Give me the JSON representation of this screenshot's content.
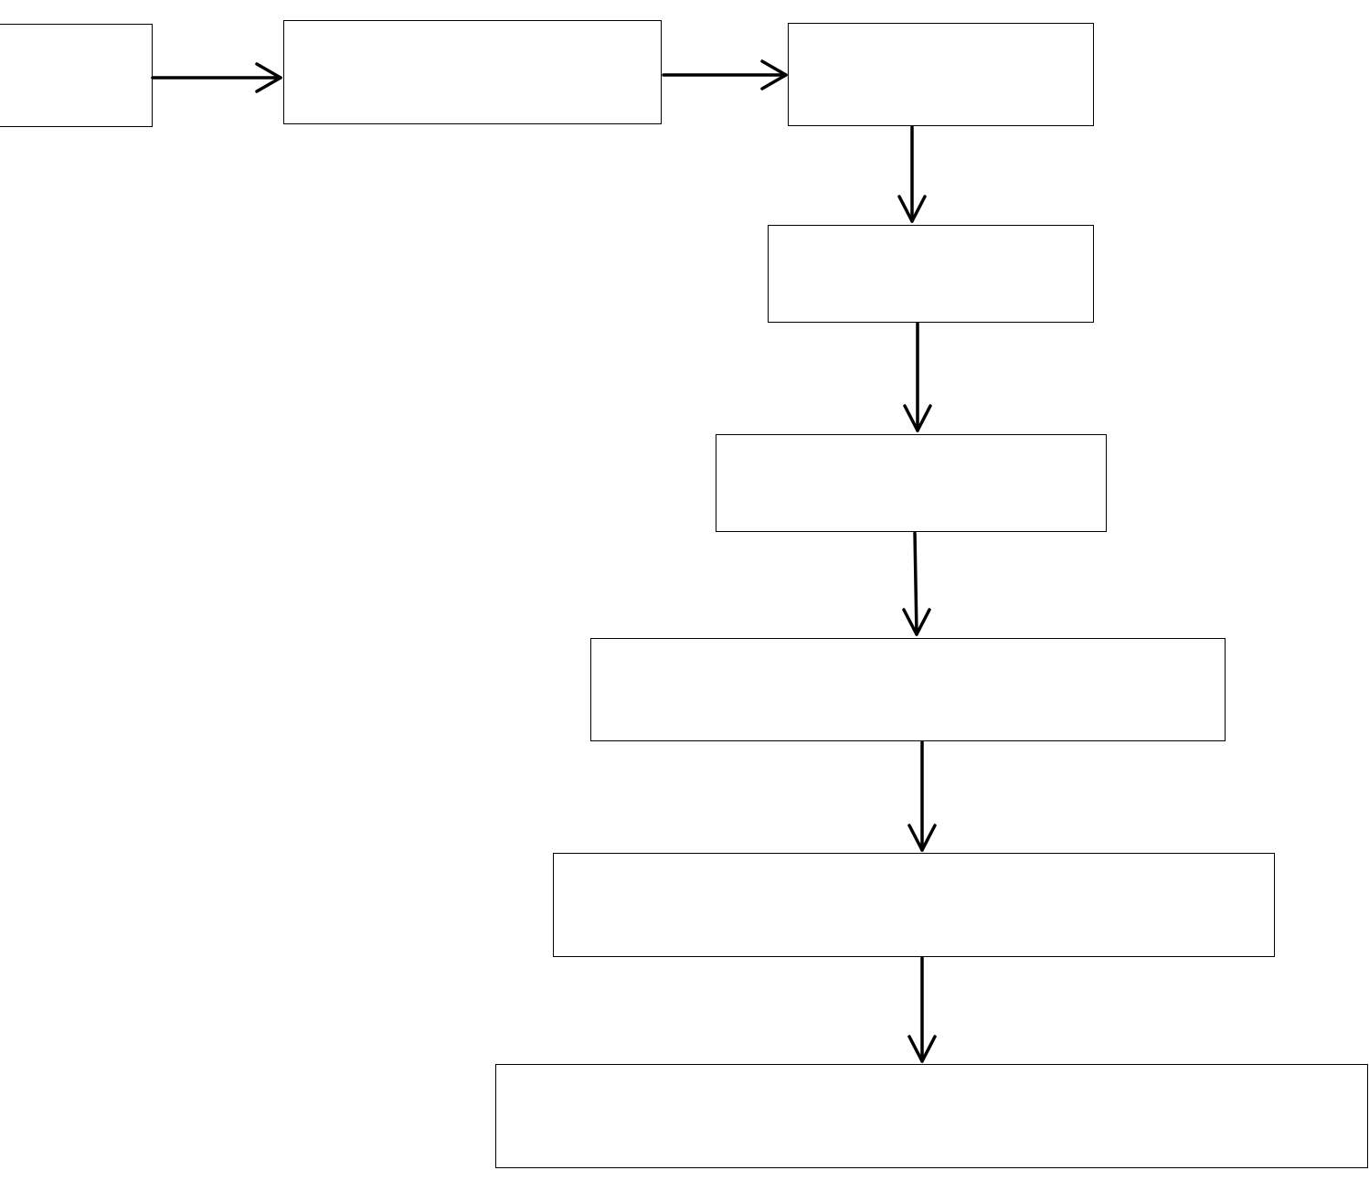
{
  "diagram": {
    "type": "flowchart",
    "nodes": [
      {
        "id": "n1",
        "label": ""
      },
      {
        "id": "n2",
        "label": ""
      },
      {
        "id": "n3",
        "label": ""
      },
      {
        "id": "n4",
        "label": ""
      },
      {
        "id": "n5",
        "label": ""
      },
      {
        "id": "n6",
        "label": ""
      },
      {
        "id": "n7",
        "label": ""
      },
      {
        "id": "n8",
        "label": ""
      }
    ],
    "edges": [
      {
        "from": "n1",
        "to": "n2"
      },
      {
        "from": "n2",
        "to": "n3"
      },
      {
        "from": "n3",
        "to": "n4"
      },
      {
        "from": "n4",
        "to": "n5"
      },
      {
        "from": "n5",
        "to": "n6"
      },
      {
        "from": "n6",
        "to": "n7"
      },
      {
        "from": "n7",
        "to": "n8"
      }
    ]
  }
}
